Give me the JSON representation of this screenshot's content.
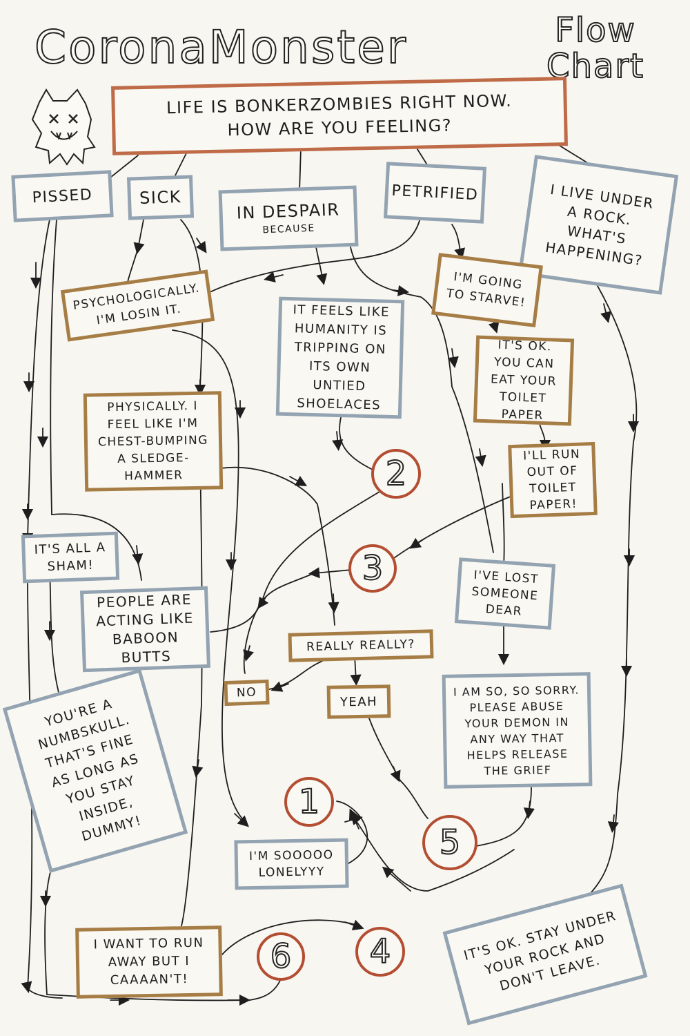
{
  "title": {
    "line1": "CoronaMonster",
    "line2": "Flow Chart"
  },
  "question": "Life is Bonkerzombies right now.\nHow are you feeling?",
  "boxes": {
    "pissed": "Pissed",
    "sick": "Sick",
    "despair_main": "In despair",
    "despair_sub": "because",
    "petrified": "Petrified",
    "rock": "I live under a rock. What's happening?",
    "psych": "Psychologically.\nI'm losin it.",
    "humanity": "It feels like humanity is tripping on its own untied shoelaces",
    "starve": "I'm going to starve!",
    "toilet_ok": "It's ok. You can eat your toilet paper",
    "physically": "Physically. I feel like I'm chest-bumping a sledge-hammer",
    "run_out": "I'll run out of toilet paper!",
    "sham": "It's all a sham!",
    "baboon": "People are acting like baboon butts",
    "lost": "I've lost someone dear",
    "really": "Really really?",
    "no": "No",
    "yeah": "Yeah",
    "sorry": "I am so, so sorry. Please abuse your demon in any way that helps release the grief",
    "numbskull": "You're a numbskull. That's fine as long as you stay inside, dummy!",
    "lonely": "I'm sooooo lonelyyy",
    "run_away": "I want to run away but I caaaan't!",
    "stay_rock": "It's ok. Stay under your rock and don't leave."
  },
  "circles": {
    "c1": "1",
    "c2": "2",
    "c3": "3",
    "c4": "4",
    "c5": "5",
    "c6": "6"
  },
  "colors": {
    "question_border": "#bf6b48",
    "blue_border": "#93a3b1",
    "tan_border": "#a77d46",
    "circle_border": "#b44e32",
    "ink": "#1e1e1e"
  },
  "icons": {
    "mascot": "monster-icon"
  }
}
